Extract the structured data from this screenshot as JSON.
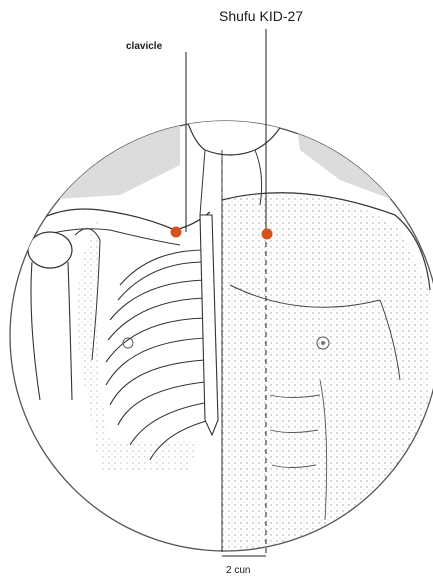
{
  "title": "Shufu KID-27",
  "labels": {
    "clavicle": "clavicle",
    "distance": "2 cun"
  },
  "colors": {
    "acupoint": "#d4531c",
    "line": "#222222",
    "fill_shadow": "#d9d9d9"
  }
}
